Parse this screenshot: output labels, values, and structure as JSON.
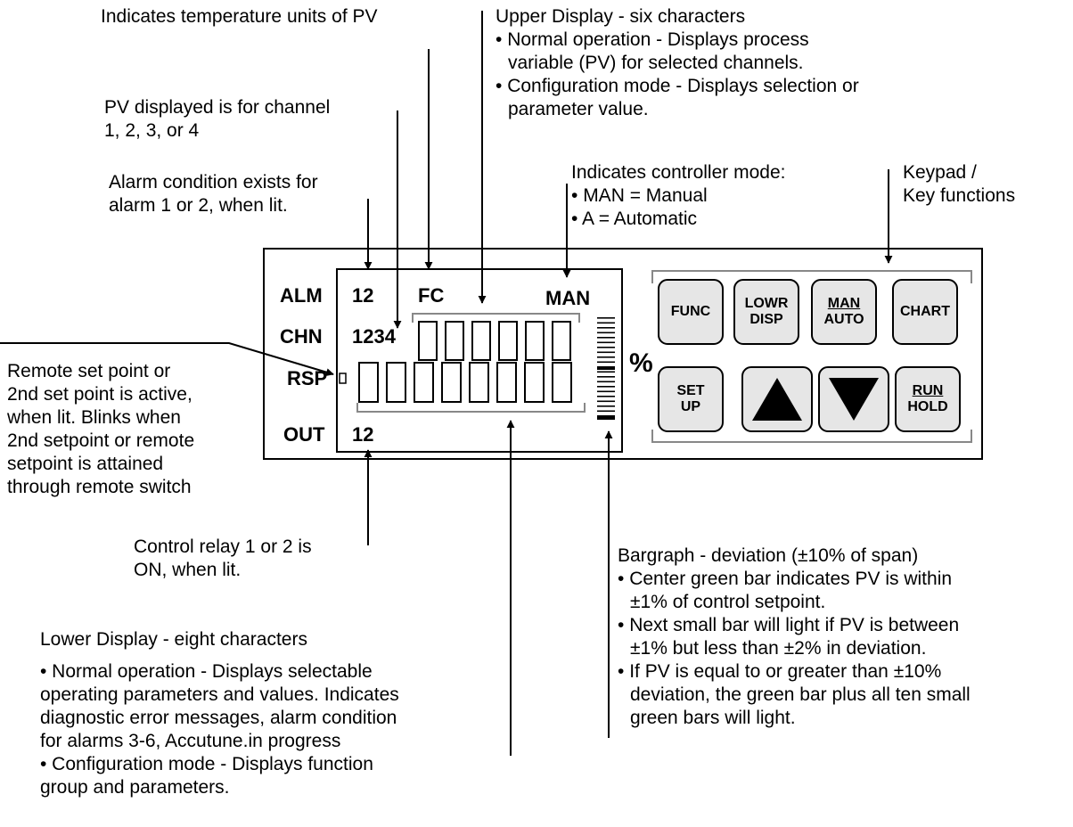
{
  "annotations": {
    "temp_units": "Indicates temperature units of PV",
    "upper_display": {
      "title": "Upper Display - six characters",
      "bullets": [
        [
          "Normal operation - Displays process",
          "variable (PV) for selected channels."
        ],
        [
          "Configuration mode - Displays selection or",
          "parameter value."
        ]
      ]
    },
    "pv_channel": [
      "PV displayed is for channel",
      "1, 2, 3, or 4"
    ],
    "alarm": [
      "Alarm condition exists for",
      "alarm 1 or 2, when lit."
    ],
    "controller_mode": {
      "title": "Indicates controller mode:",
      "bullets": [
        "MAN = Manual",
        "A = Automatic"
      ]
    },
    "keypad": [
      "Keypad /",
      "Key functions"
    ],
    "remote_sp": [
      "Remote set point or",
      "2nd set point is active,",
      "when lit. Blinks when",
      "2nd setpoint or remote",
      "setpoint is attained",
      "through remote switch"
    ],
    "control_relay": [
      "Control relay 1 or 2 is",
      "ON, when lit."
    ],
    "bargraph": {
      "title": "Bargraph - deviation (±10% of span)",
      "bullets": [
        [
          "Center green bar indicates PV is within",
          "±1% of control setpoint."
        ],
        [
          "Next small bar will light if PV is between",
          "±1% but less than ±2% in deviation."
        ],
        [
          "If PV is equal to or greater than ±10%",
          "deviation, the green bar plus all ten small",
          "green bars will light."
        ]
      ]
    },
    "lower_display": {
      "title": "Lower Display - eight characters",
      "bullets": [
        [
          "• Normal operation - Displays selectable",
          "operating parameters and values. Indicates",
          "diagnostic error messages, alarm condition",
          "for alarms 3-6, Accutune.in progress"
        ],
        [
          "• Configuration mode - Displays function",
          "group and parameters."
        ]
      ]
    }
  },
  "panel": {
    "labels": {
      "alm": "ALM",
      "chn": "CHN",
      "rsp": "RSP",
      "out": "OUT"
    },
    "alm_value": "12",
    "chn_value": "1234",
    "out_value": "12",
    "units": "FC",
    "mode": "MAN",
    "percent": "%",
    "upper_digits": 6,
    "lower_digits": 8
  },
  "keys": {
    "func": "FUNC",
    "lowr_disp": [
      "LOWR",
      "DISP"
    ],
    "man_auto": [
      "MAN",
      "AUTO"
    ],
    "chart": "CHART",
    "setup": [
      "SET",
      "UP"
    ],
    "up": "up-arrow",
    "down": "down-arrow",
    "run_hold": [
      "RUN",
      "HOLD"
    ]
  }
}
